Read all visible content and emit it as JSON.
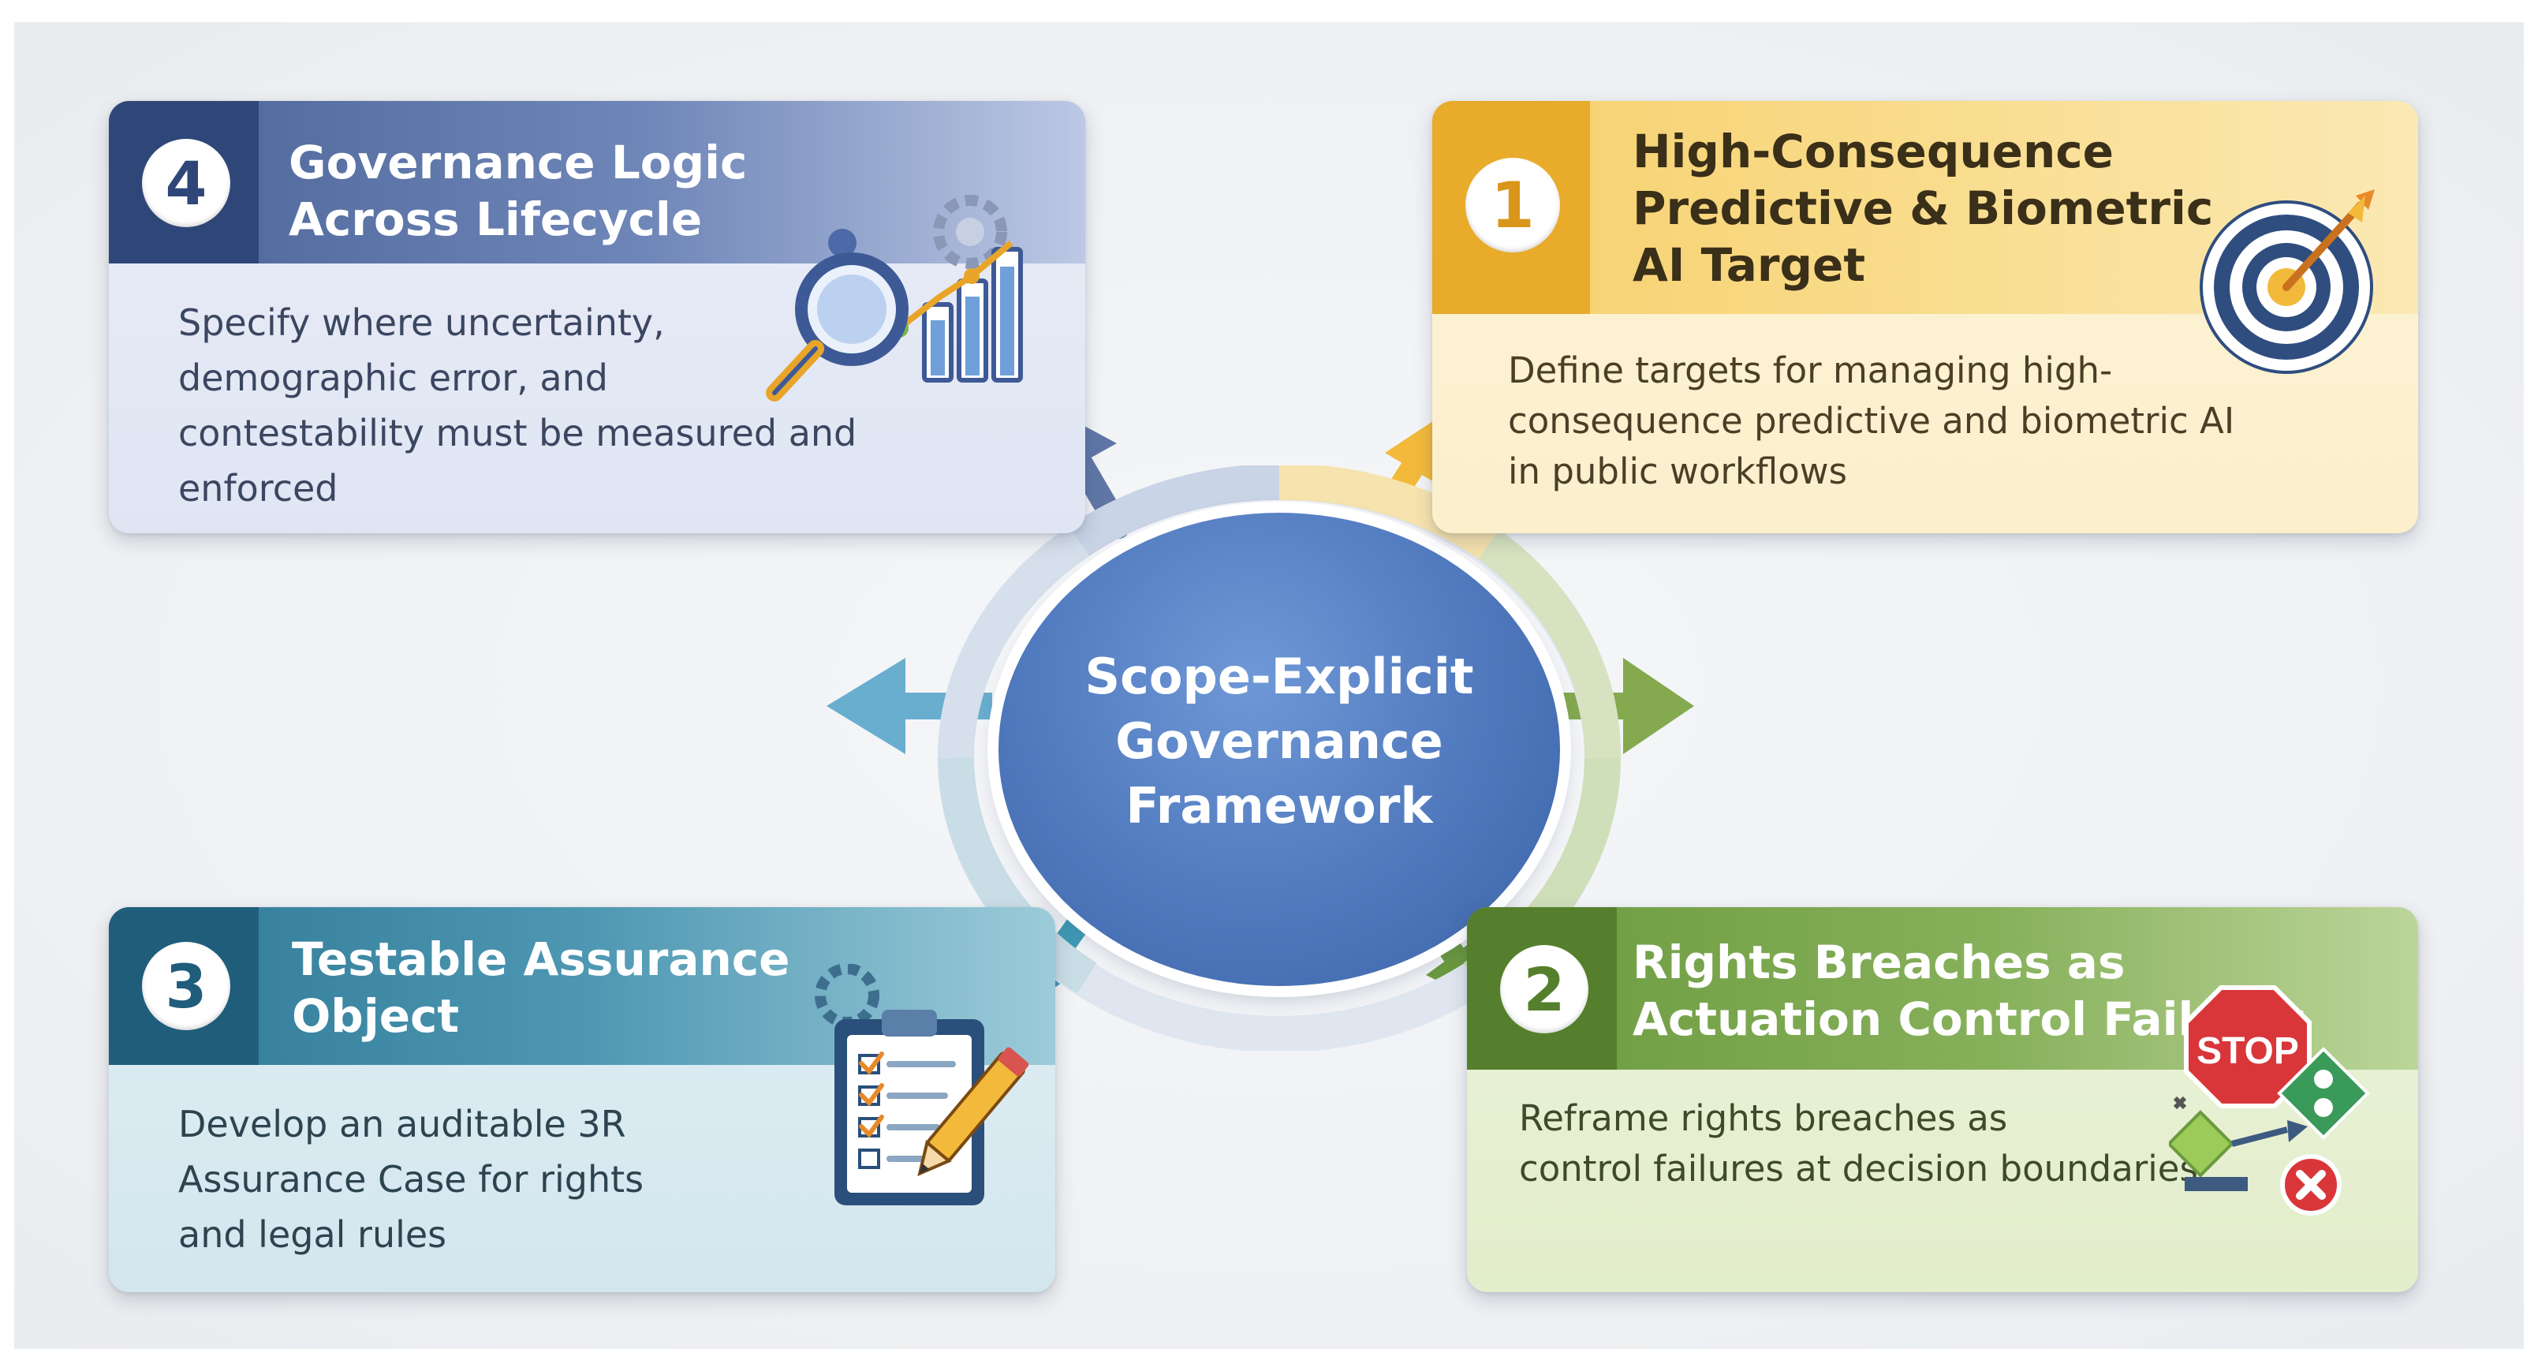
{
  "center": {
    "title": "Scope-Explicit\nGovernance\nFramework"
  },
  "cards": [
    {
      "number": "1",
      "title_lines": [
        "High-Consequence",
        "Predictive & Biometric",
        "AI Target"
      ],
      "body_lines": [
        "Define targets for managing high-",
        "consequence predictive and biometric AI",
        "in public workflows"
      ],
      "icon": "target-icon",
      "accent": "#e8ab2a"
    },
    {
      "number": "2",
      "title_lines": [
        "Rights Breaches as",
        "Actuation Control Failures"
      ],
      "body_lines": [
        "Reframe rights breaches as",
        "control failures at decision boundaries"
      ],
      "icon": "stop-sign-icon",
      "stop_label": "STOP",
      "accent": "#6b9a3f"
    },
    {
      "number": "3",
      "title_lines": [
        "Testable Assurance",
        "Object"
      ],
      "body_lines": [
        "Develop an auditable 3R",
        "Assurance Case for rights",
        "and legal rules"
      ],
      "icon": "clipboard-checklist-icon",
      "accent": "#2e7896"
    },
    {
      "number": "4",
      "title_lines": [
        "Governance Logic",
        "Across Lifecycle"
      ],
      "body_lines": [
        "Specify where uncertainty,",
        "demographic error, and",
        "contestability must be measured and",
        "enforced"
      ],
      "icon": "magnifier-chart-icon",
      "accent": "#2f4778"
    }
  ]
}
